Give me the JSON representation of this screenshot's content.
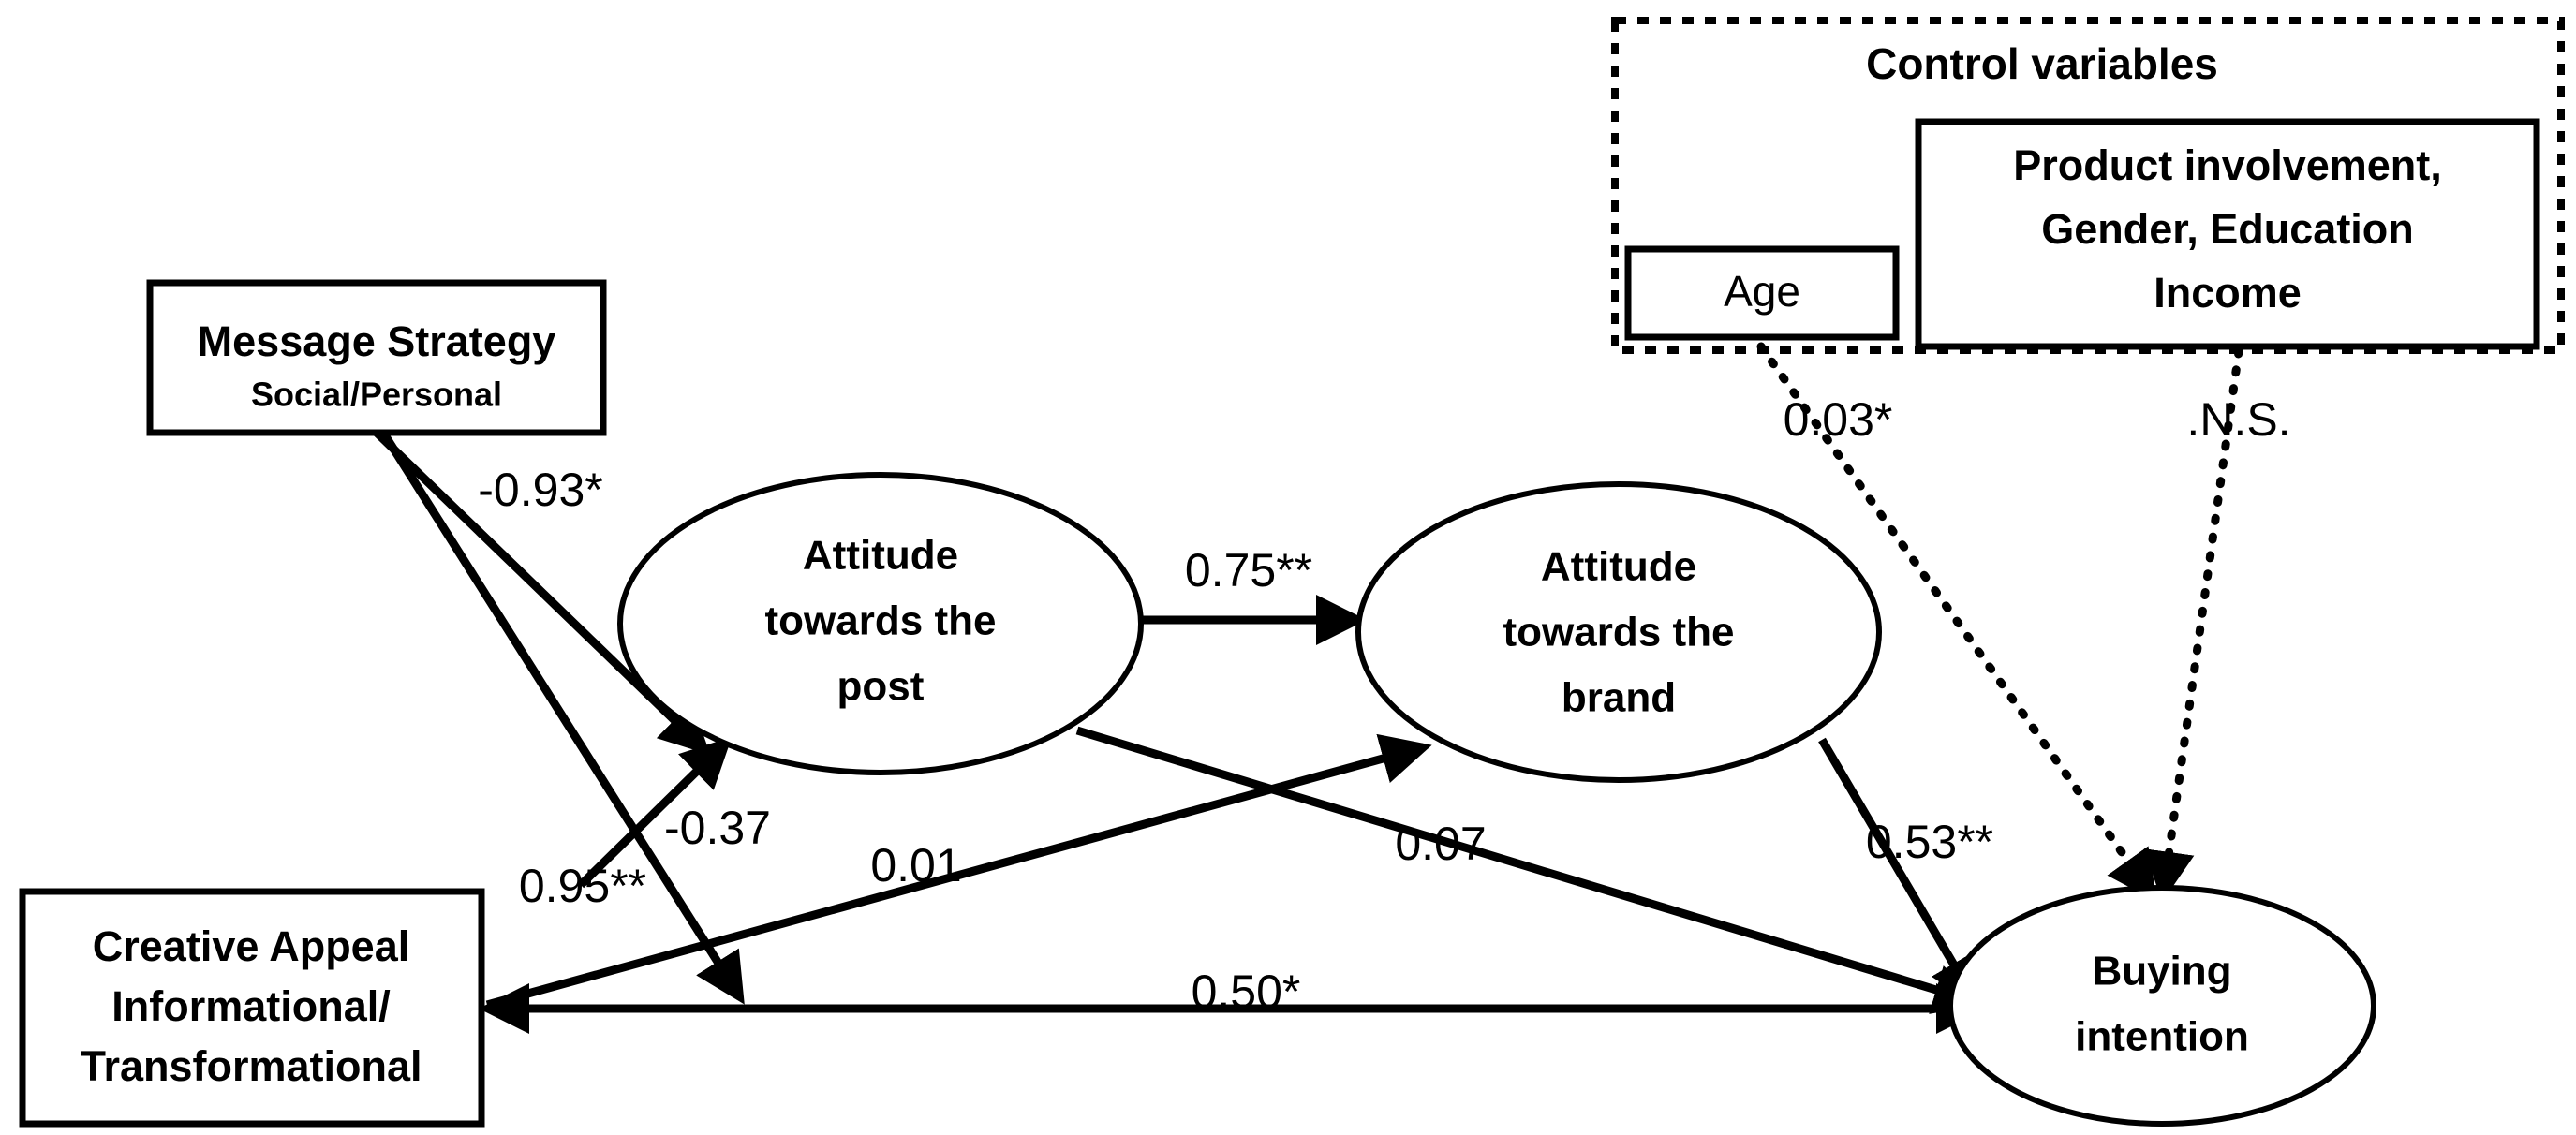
{
  "figure": {
    "type": "path-diagram",
    "title": "",
    "background": "#ffffff",
    "line_color": "#000000"
  },
  "nodes": {
    "message_strategy": {
      "shape": "rectangle",
      "line1": "Message Strategy",
      "line2": "Social/Personal"
    },
    "creative_appeal": {
      "shape": "rectangle",
      "line1": "Creative Appeal",
      "line2": "Informational/",
      "line3": "Transformational"
    },
    "attitude_post": {
      "shape": "ellipse",
      "line1": "Attitude",
      "line2": "towards the",
      "line3": "post"
    },
    "attitude_brand": {
      "shape": "ellipse",
      "line1": "Attitude",
      "line2": "towards the",
      "line3": "brand"
    },
    "buying_intention": {
      "shape": "ellipse",
      "line1": "Buying",
      "line2": "intention"
    }
  },
  "control_group": {
    "title": "Control variables",
    "border_style": "dotted",
    "age_box": {
      "label": "Age"
    },
    "other_box": {
      "line1": "Product involvement,",
      "line2": "Gender, Education",
      "line3": "Income"
    }
  },
  "chart_data": {
    "type": "diagram",
    "title": "",
    "paths": [
      {
        "id": "ms-to-attitude-post",
        "from": "message_strategy",
        "to": "attitude_post",
        "label": "-0.93*",
        "style": "solid",
        "significance": "*"
      },
      {
        "id": "ms-to-buying-intention",
        "from": "message_strategy",
        "to": "creative_appeal_row",
        "label": "-0.37",
        "style": "solid",
        "significance": ""
      },
      {
        "id": "ca-to-attitude-post",
        "from": "creative_appeal",
        "to": "attitude_post",
        "label": "0.95**",
        "style": "solid",
        "significance": "**"
      },
      {
        "id": "ca-to-attitude-brand",
        "from": "creative_appeal",
        "to": "attitude_brand",
        "label": "0.01",
        "style": "solid",
        "significance": ""
      },
      {
        "id": "attitude-post-to-attitude-brand",
        "from": "attitude_post",
        "to": "attitude_brand",
        "label": "0.75**",
        "style": "solid",
        "significance": "**"
      },
      {
        "id": "attitude-post-to-buying-intention",
        "from": "attitude_post",
        "to": "buying_intention",
        "label": "0.07",
        "style": "solid",
        "significance": ""
      },
      {
        "id": "attitude-brand-to-buying-intention",
        "from": "attitude_brand",
        "to": "buying_intention",
        "label": "0.53**",
        "style": "solid",
        "significance": "**"
      },
      {
        "id": "ca-to-buying-intention",
        "from": "creative_appeal",
        "to": "buying_intention",
        "label": "0.50*",
        "style": "solid",
        "significance": "*"
      },
      {
        "id": "age-to-buying-intention",
        "from": "age_box",
        "to": "buying_intention",
        "label": "0.03*",
        "style": "dotted",
        "significance": "*"
      },
      {
        "id": "other-controls-to-buying-intention",
        "from": "other_box",
        "to": "buying_intention",
        "label": ".N.S.",
        "style": "dotted",
        "significance": "n.s."
      }
    ]
  }
}
